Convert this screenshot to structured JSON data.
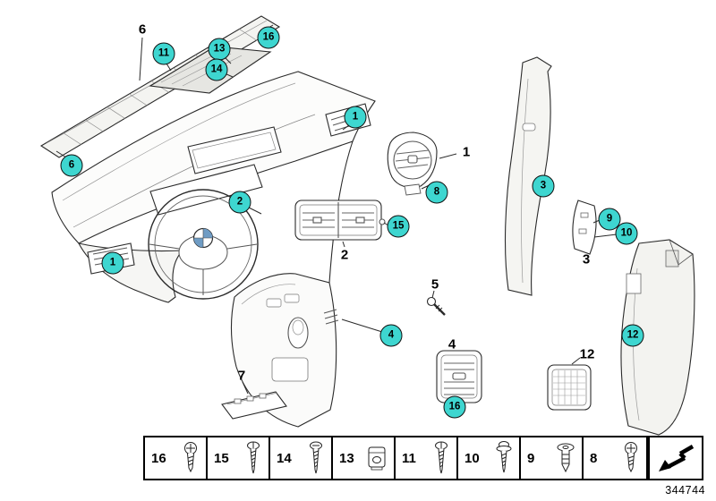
{
  "diagram": {
    "kind": "vehicle-dashboard-trim-parts-diagram"
  },
  "callouts": [
    {
      "label": "6",
      "style": "plain"
    },
    {
      "label": "11",
      "style": "circle"
    },
    {
      "label": "13",
      "style": "circle"
    },
    {
      "label": "14",
      "style": "circle"
    },
    {
      "label": "16",
      "style": "circle"
    },
    {
      "label": "6",
      "style": "circle"
    },
    {
      "label": "1",
      "style": "circle"
    },
    {
      "label": "1",
      "style": "plain"
    },
    {
      "label": "8",
      "style": "circle"
    },
    {
      "label": "2",
      "style": "circle"
    },
    {
      "label": "15",
      "style": "circle"
    },
    {
      "label": "2",
      "style": "plain"
    },
    {
      "label": "1",
      "style": "circle"
    },
    {
      "label": "5",
      "style": "plain"
    },
    {
      "label": "4",
      "style": "circle"
    },
    {
      "label": "4",
      "style": "plain"
    },
    {
      "label": "16",
      "style": "circle"
    },
    {
      "label": "7",
      "style": "plain"
    },
    {
      "label": "3",
      "style": "circle"
    },
    {
      "label": "9",
      "style": "circle"
    },
    {
      "label": "10",
      "style": "circle"
    },
    {
      "label": "3",
      "style": "plain"
    },
    {
      "label": "12",
      "style": "plain"
    },
    {
      "label": "12",
      "style": "circle"
    }
  ],
  "legend": {
    "items": [
      {
        "number": "16",
        "icon": "pan-head-screw"
      },
      {
        "number": "15",
        "icon": "tapping-screw"
      },
      {
        "number": "14",
        "icon": "tapping-screw"
      },
      {
        "number": "13",
        "icon": "c-clip-nut"
      },
      {
        "number": "11",
        "icon": "tapping-screw"
      },
      {
        "number": "10",
        "icon": "washer-screw"
      },
      {
        "number": "9",
        "icon": "expanding-rivet"
      },
      {
        "number": "8",
        "icon": "pan-head-screw"
      }
    ]
  },
  "footer": {
    "part_number": "344744"
  },
  "colors": {
    "callout_fill": "#3ed6d0",
    "line": "#2a2a2a"
  }
}
